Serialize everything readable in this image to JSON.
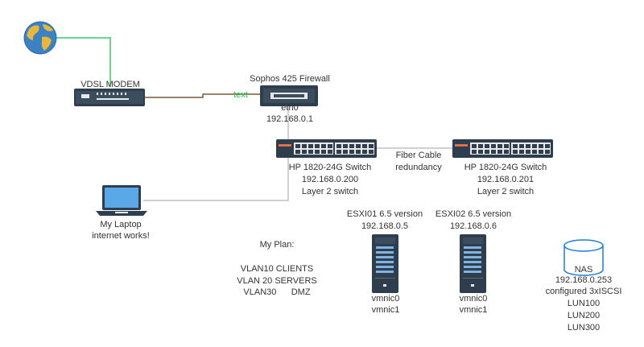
{
  "colors": {
    "internet_line": "#33cc66",
    "modem_line": "#7a5a3a",
    "lan_line": "#a0a0a0",
    "device_dark": "#2f3e4e",
    "port_light": "#e8e8e8",
    "laptop_screen": "#5aa9e6",
    "nas_stroke": "#1a7fd8",
    "earth_ocean": "#3b82c4",
    "earth_land": "#e8b63a",
    "text_green": "#22cc44"
  },
  "nodes": {
    "internet": {
      "icon": "globe-icon"
    },
    "modem": {
      "title": "VDSL MODEM"
    },
    "connector": {
      "label": "text"
    },
    "firewall": {
      "title": "Sophos 425 Firewall",
      "line1": "eth0",
      "line2": "192.168.0.1"
    },
    "switch1": {
      "line1": "HP 1820-24G Switch",
      "line2": "192.168.0.200",
      "line3": "Layer 2 switch"
    },
    "switch2": {
      "line1": "HP 1820-24G Switch",
      "line2": "192.168.0.201",
      "line3": "Layer 2 switch"
    },
    "fiber": {
      "line1": "Fiber Cable",
      "line2": "redundancy"
    },
    "laptop": {
      "line1": "My Laptop",
      "line2": "internet works!"
    },
    "esxi1": {
      "line1": "ESXI01  6.5 version",
      "line2": "192.168.0.5",
      "nic1": "vmnic0",
      "nic2": "vmnic1"
    },
    "esxi2": {
      "line1": "ESXI02  6.5 version",
      "line2": "192.168.0.6",
      "nic1": "vmnic0",
      "nic2": "vmnic1"
    },
    "nas": {
      "title": "NAS",
      "line1": "192.168.0.253",
      "line2": "configured 3xISCSI",
      "luns": [
        "LUN100",
        "LUN200",
        "LUN300"
      ]
    }
  },
  "plan": {
    "title": "My Plan:",
    "vlans": [
      "VLAN10  CLIENTS",
      "VLAN 20 SERVERS",
      "VLAN30      DMZ"
    ]
  }
}
